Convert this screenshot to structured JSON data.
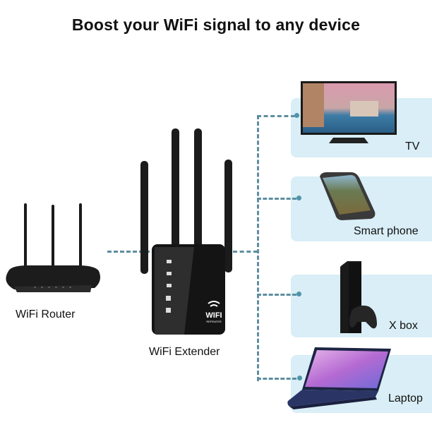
{
  "title": "Boost your WiFi signal to any device",
  "source": {
    "label": "WiFi Router",
    "icon": "router-icon"
  },
  "hub": {
    "label": "WiFi Extender",
    "icon": "wifi-extender-icon",
    "badge": "WIFI",
    "badge_sub": "REPEATER"
  },
  "devices": [
    {
      "label": "TV",
      "icon": "tv-icon"
    },
    {
      "label": "Smart phone",
      "icon": "smartphone-icon"
    },
    {
      "label": "X box",
      "icon": "game-console-icon"
    },
    {
      "label": "Laptop",
      "icon": "laptop-icon"
    }
  ],
  "colors": {
    "panel": "#d9eef6",
    "connector": "#5e8ea0",
    "dot": "#4e95aa",
    "text": "#111111"
  }
}
